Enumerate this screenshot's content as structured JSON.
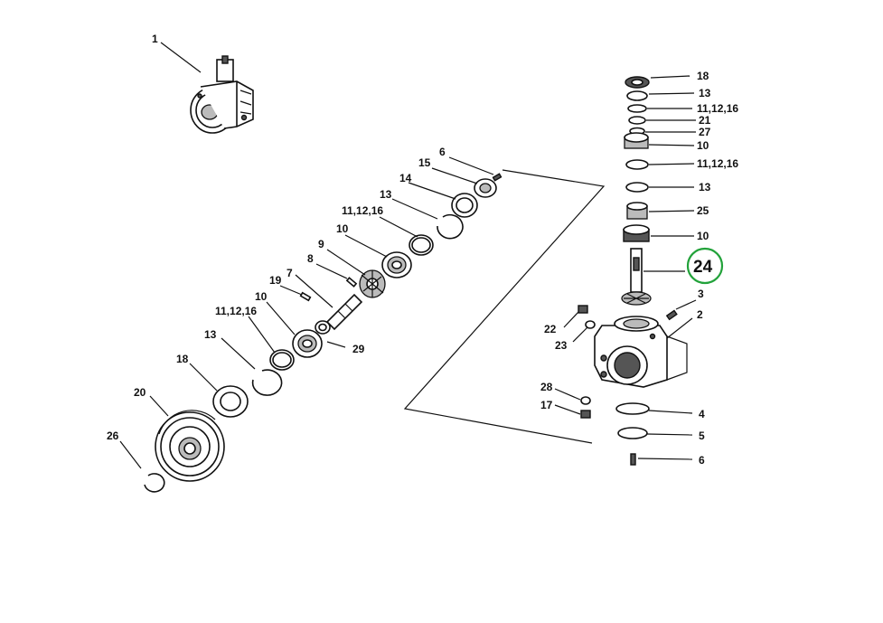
{
  "highlight_color": "#22a23a",
  "callouts": {
    "c1": "1",
    "c2": "2",
    "c3": "3",
    "c4": "4",
    "c5": "5",
    "c6_left": "6",
    "c6_right": "6",
    "c7": "7",
    "c8": "8",
    "c9": "9",
    "c10_a": "10",
    "c10_b": "10",
    "c10_c": "10",
    "c10_d": "10",
    "c11_a": "11,12,16",
    "c11_b": "11,12,16",
    "c11_c": "11,12,16",
    "c11_d": "11,12,16",
    "c13_a": "13",
    "c13_b": "13",
    "c13_c": "13",
    "c13_d": "13",
    "c14": "14",
    "c15": "15",
    "c17": "17",
    "c18_a": "18",
    "c18_b": "18",
    "c19": "19",
    "c20": "20",
    "c21": "21",
    "c22": "22",
    "c23": "23",
    "c25": "25",
    "c26": "26",
    "c27": "27",
    "c28": "28",
    "c29": "29",
    "c24": "24"
  }
}
